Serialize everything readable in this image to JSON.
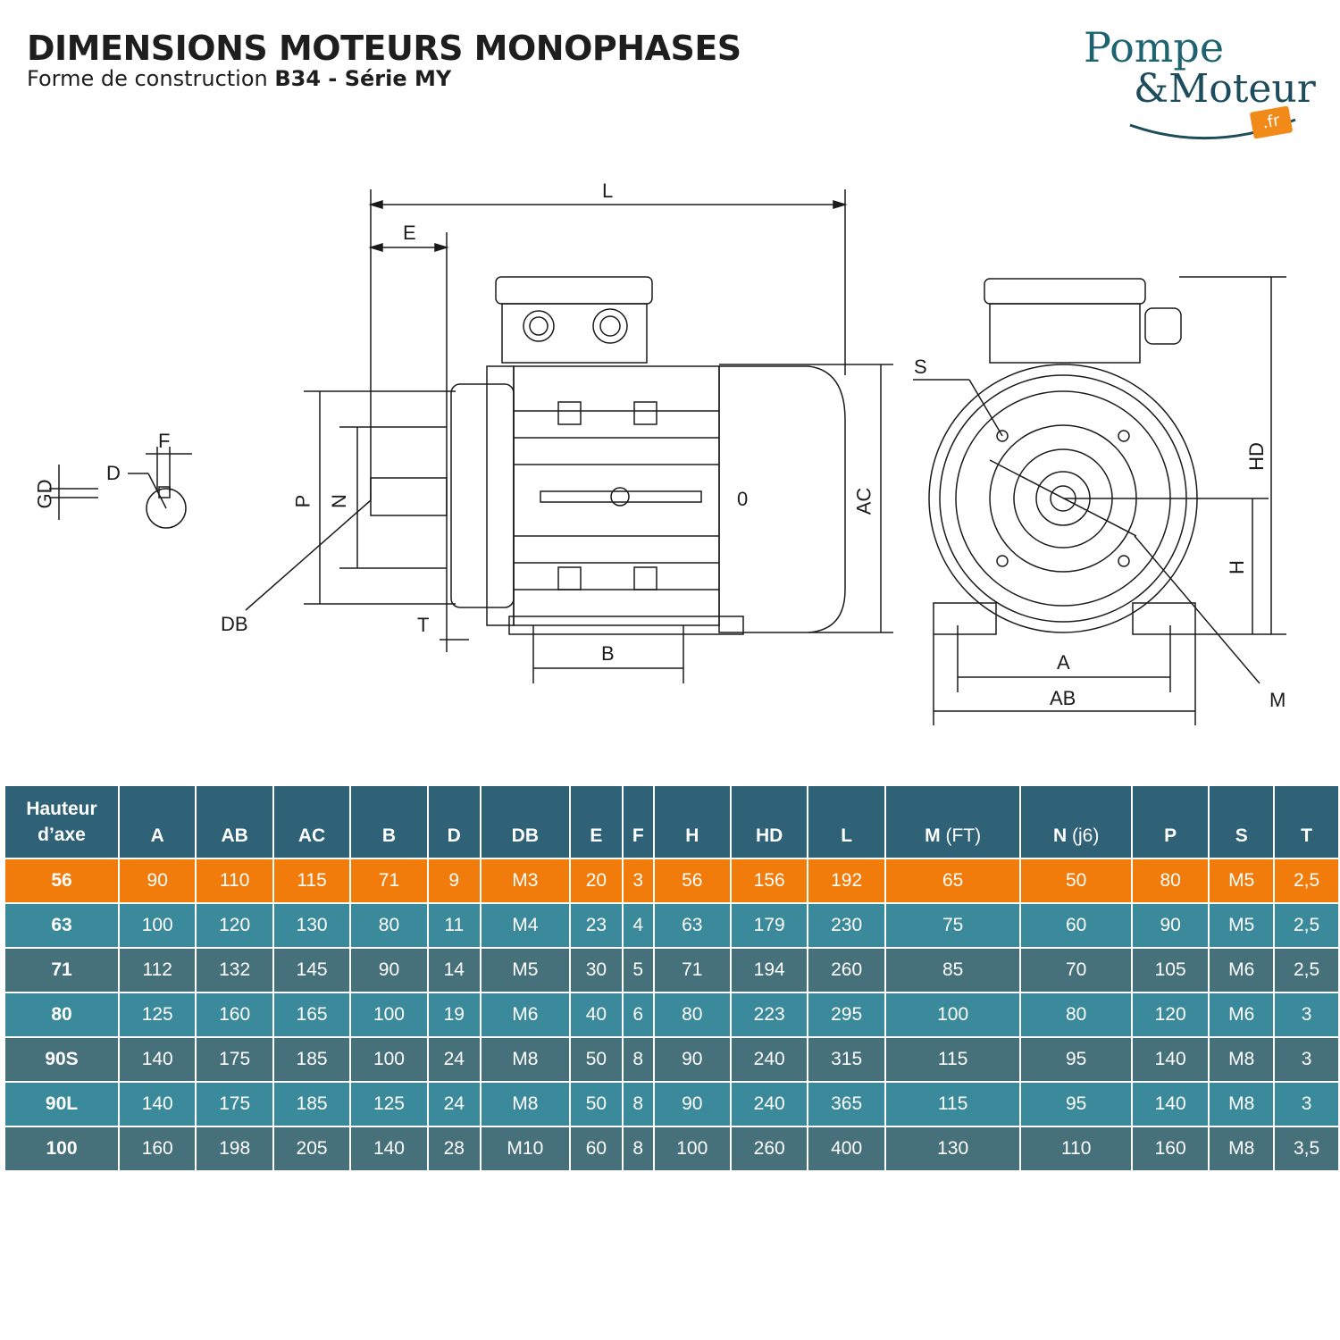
{
  "header": {
    "title": "DIMENSIONS MOTEURS MONOPHASES",
    "subtitle_prefix": "Forme de construction ",
    "subtitle_bold": "B34 - Série MY"
  },
  "logo": {
    "line1": "Pompe",
    "line2": "&Moteur",
    "badge": ".fr"
  },
  "drawing_labels": {
    "L": "L",
    "E": "E",
    "F": "F",
    "D": "D",
    "GD": "GD",
    "P": "P",
    "N": "N",
    "DB": "DB",
    "T": "T",
    "B": "B",
    "AC": "AC",
    "O": "0",
    "S": "S",
    "HD": "HD",
    "H": "H",
    "A": "A",
    "AB": "AB",
    "M": "M"
  },
  "table": {
    "corner_line1": "Hauteur",
    "corner_line2": "d’axe",
    "columns": [
      {
        "label": "A",
        "note": ""
      },
      {
        "label": "AB",
        "note": ""
      },
      {
        "label": "AC",
        "note": ""
      },
      {
        "label": "B",
        "note": ""
      },
      {
        "label": "D",
        "note": ""
      },
      {
        "label": "DB",
        "note": ""
      },
      {
        "label": "E",
        "note": ""
      },
      {
        "label": "F",
        "note": ""
      },
      {
        "label": "H",
        "note": ""
      },
      {
        "label": "HD",
        "note": ""
      },
      {
        "label": "L",
        "note": ""
      },
      {
        "label": "M",
        "note": "(FT)"
      },
      {
        "label": "N",
        "note": "(j6)"
      },
      {
        "label": "P",
        "note": ""
      },
      {
        "label": "S",
        "note": ""
      },
      {
        "label": "T",
        "note": ""
      }
    ],
    "rows": [
      {
        "height": "56",
        "values": [
          "90",
          "110",
          "115",
          "71",
          "9",
          "M3",
          "20",
          "3",
          "56",
          "156",
          "192",
          "65",
          "50",
          "80",
          "M5",
          "2,5"
        ],
        "style": "highlight"
      },
      {
        "height": "63",
        "values": [
          "100",
          "120",
          "130",
          "80",
          "11",
          "M4",
          "23",
          "4",
          "63",
          "179",
          "230",
          "75",
          "60",
          "90",
          "M5",
          "2,5"
        ],
        "style": "alt"
      },
      {
        "height": "71",
        "values": [
          "112",
          "132",
          "145",
          "90",
          "14",
          "M5",
          "30",
          "5",
          "71",
          "194",
          "260",
          "85",
          "70",
          "105",
          "M6",
          "2,5"
        ],
        "style": "dark"
      },
      {
        "height": "80",
        "values": [
          "125",
          "160",
          "165",
          "100",
          "19",
          "M6",
          "40",
          "6",
          "80",
          "223",
          "295",
          "100",
          "80",
          "120",
          "M6",
          "3"
        ],
        "style": "alt"
      },
      {
        "height": "90S",
        "values": [
          "140",
          "175",
          "185",
          "100",
          "24",
          "M8",
          "50",
          "8",
          "90",
          "240",
          "315",
          "115",
          "95",
          "140",
          "M8",
          "3"
        ],
        "style": "dark"
      },
      {
        "height": "90L",
        "values": [
          "140",
          "175",
          "185",
          "125",
          "24",
          "M8",
          "50",
          "8",
          "90",
          "240",
          "365",
          "115",
          "95",
          "140",
          "M8",
          "3"
        ],
        "style": "alt"
      },
      {
        "height": "100",
        "values": [
          "160",
          "198",
          "205",
          "140",
          "28",
          "M10",
          "60",
          "8",
          "100",
          "260",
          "400",
          "130",
          "110",
          "160",
          "M8",
          "3,5"
        ],
        "style": "dark"
      }
    ]
  },
  "colors": {
    "header_bg": "#2f6276",
    "highlight_bg": "#f27c0b",
    "row_alt_bg": "#3b8a9b",
    "row_dark_bg": "#46707a",
    "logo_teal": "#1d6470",
    "logo_orange": "#f28a1a"
  }
}
